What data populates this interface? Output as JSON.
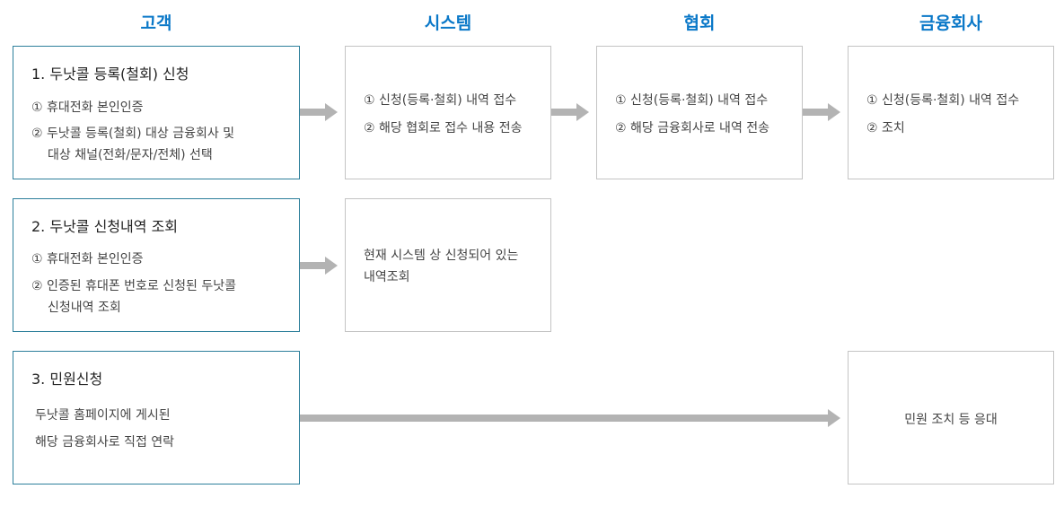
{
  "columns": {
    "customer": "고객",
    "system": "시스템",
    "association": "협회",
    "finance": "금융회사"
  },
  "row1": {
    "customer": {
      "title": "1. 두낫콜 등록(철회) 신청",
      "lines": [
        "① 휴대전화 본인인증",
        "② 두낫콜 등록(철회) 대상 금융회사 및",
        "대상 채널(전화/문자/전체) 선택"
      ]
    },
    "system": {
      "lines": [
        "① 신청(등록·철회) 내역 접수",
        "② 해당 협회로 접수 내용 전송"
      ]
    },
    "association": {
      "lines": [
        "① 신청(등록·철회) 내역 접수",
        "② 해당 금융회사로 내역 전송"
      ]
    },
    "finance": {
      "lines": [
        "① 신청(등록·철회) 내역 접수",
        "② 조치"
      ]
    }
  },
  "row2": {
    "customer": {
      "title": "2. 두낫콜 신청내역 조회",
      "lines": [
        "① 휴대전화 본인인증",
        "② 인증된 휴대폰 번호로 신청된 두낫콜",
        "신청내역 조회"
      ]
    },
    "system": {
      "lines": [
        "현재 시스템 상 신청되어 있는",
        "내역조회"
      ]
    }
  },
  "row3": {
    "customer": {
      "title": "3. 민원신청",
      "lines": [
        "두낫콜 홈페이지에 게시된",
        "해당 금융회사로 직접 연락"
      ]
    },
    "finance": {
      "text": "민원 조치 등 응대"
    }
  }
}
